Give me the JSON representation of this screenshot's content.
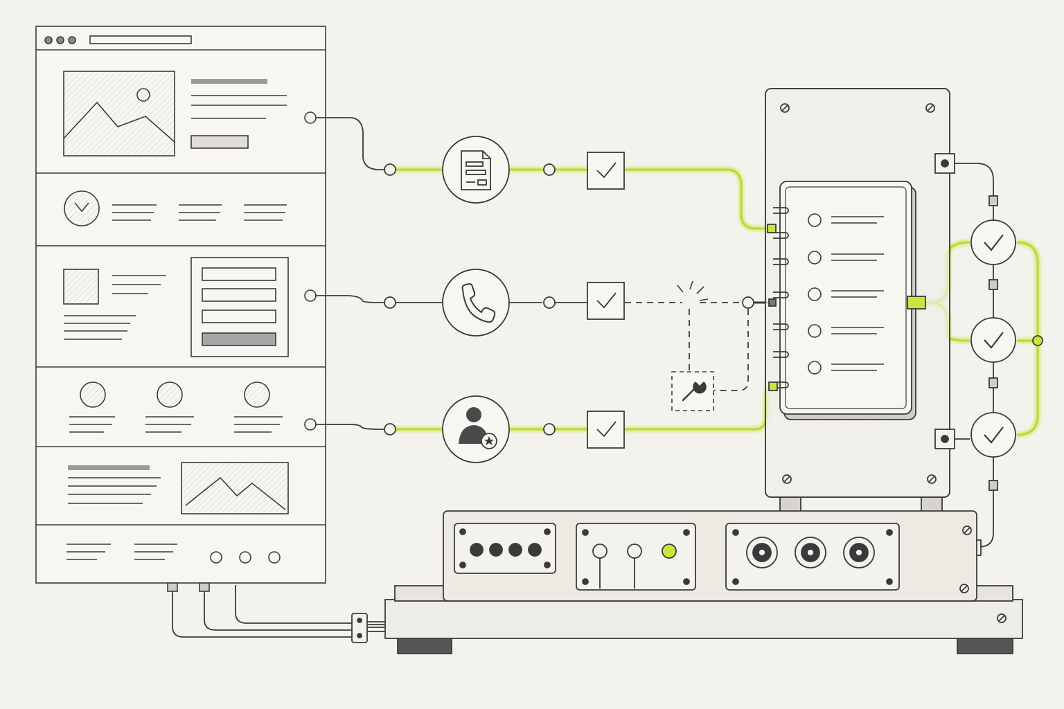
{
  "palette": {
    "paper": "#f4f2ec",
    "ink": "#3a3a3a",
    "ink_light": "#8a8a8a",
    "fill_light": "#e8e6e0",
    "highlight": "#c8e63c"
  },
  "diagram": {
    "wireframe_page": {
      "sections": [
        "hero",
        "testimonial-row",
        "feature-form",
        "team",
        "gallery",
        "footer"
      ]
    },
    "lanes": [
      {
        "id": "document",
        "icon": "document-icon",
        "status": "success",
        "highlighted": true
      },
      {
        "id": "phone",
        "icon": "phone-icon",
        "status": "broken",
        "highlighted": false
      },
      {
        "id": "user",
        "icon": "user-star-icon",
        "status": "success",
        "highlighted": true
      }
    ],
    "repair": {
      "icon": "wrench-icon"
    },
    "server_checklist": {
      "rows": 5
    },
    "output_checks": {
      "count": 3,
      "highlighted": true
    },
    "base_panels": [
      {
        "id": "panel-four-jacks",
        "connectors": 4
      },
      {
        "id": "panel-three-leds",
        "connectors": 3,
        "active_index": 2
      },
      {
        "id": "panel-three-coax",
        "connectors": 3
      }
    ]
  }
}
